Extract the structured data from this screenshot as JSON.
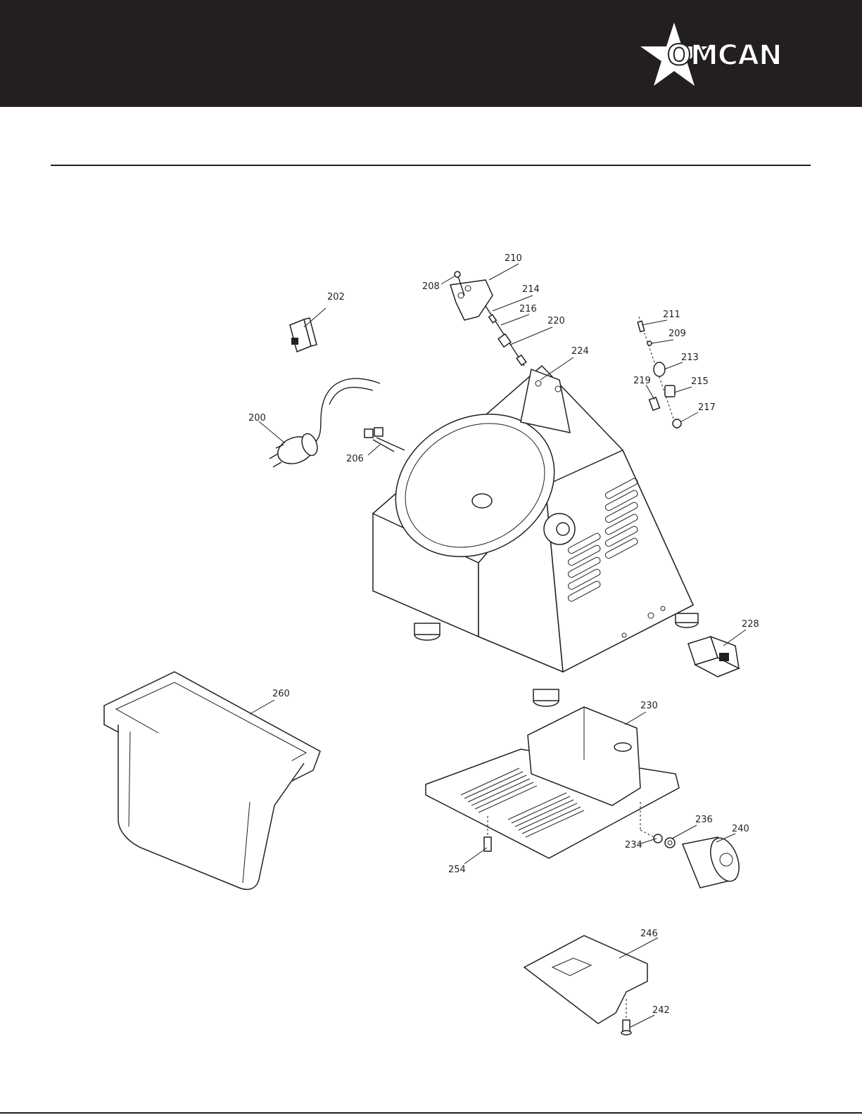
{
  "brand": {
    "name": "OMCAN",
    "header_color": "#231f20"
  },
  "callouts": {
    "c200": "200",
    "c202": "202",
    "c206": "206",
    "c208": "208",
    "c209": "209",
    "c210": "210",
    "c211": "211",
    "c213": "213",
    "c214": "214",
    "c215": "215",
    "c216": "216",
    "c217": "217",
    "c219": "219",
    "c220": "220",
    "c224": "224",
    "c228": "228",
    "c230": "230",
    "c234": "234",
    "c236": "236",
    "c240": "240",
    "c242": "242",
    "c246": "246",
    "c254": "254",
    "c260": "260"
  }
}
